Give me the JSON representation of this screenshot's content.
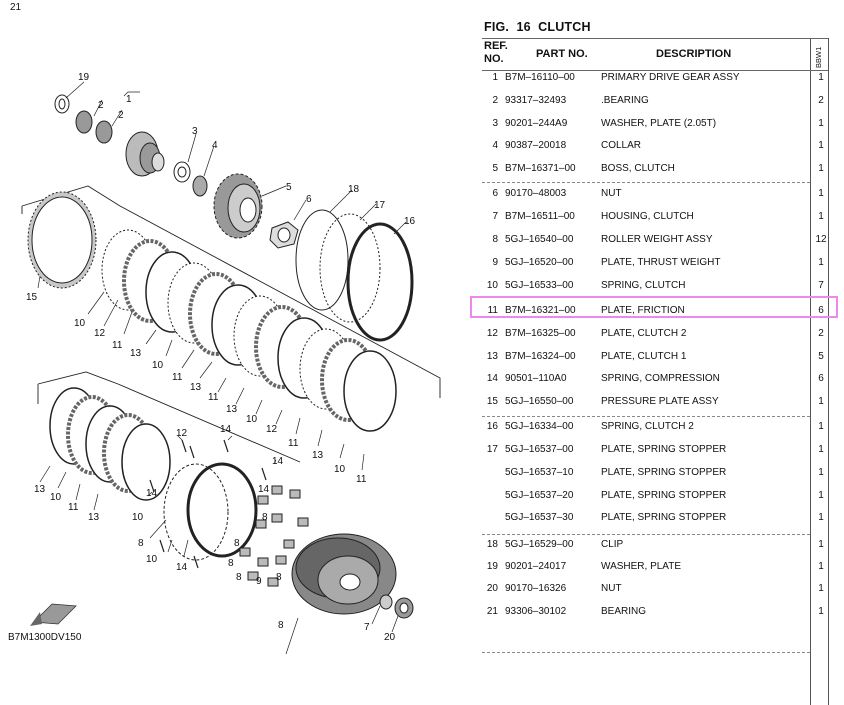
{
  "figure": {
    "prefix": "FIG.",
    "number": "16",
    "name": "CLUTCH"
  },
  "header": {
    "ref_line1": "REF.",
    "ref_line2": "NO.",
    "part_no": "PART NO.",
    "description": "DESCRIPTION",
    "model_code": "BBW1"
  },
  "parts": [
    {
      "ref": "1",
      "part_no": "B7M–16110–00",
      "desc": "PRIMARY DRIVE GEAR ASSY",
      "qty": "1"
    },
    {
      "ref": "2",
      "part_no": "93317–32493",
      "desc": ".BEARING",
      "qty": "2"
    },
    {
      "ref": "3",
      "part_no": "90201–244A9",
      "desc": "WASHER, PLATE (2.05T)",
      "qty": "1"
    },
    {
      "ref": "4",
      "part_no": "90387–20018",
      "desc": "COLLAR",
      "qty": "1"
    },
    {
      "ref": "5",
      "part_no": "B7M–16371–00",
      "desc": "BOSS, CLUTCH",
      "qty": "1"
    },
    {
      "ref": "6",
      "part_no": "90170–48003",
      "desc": "NUT",
      "qty": "1"
    },
    {
      "ref": "7",
      "part_no": "B7M–16511–00",
      "desc": "HOUSING, CLUTCH",
      "qty": "1"
    },
    {
      "ref": "8",
      "part_no": "5GJ–16540–00",
      "desc": "ROLLER WEIGHT ASSY",
      "qty": "12"
    },
    {
      "ref": "9",
      "part_no": "5GJ–16520–00",
      "desc": "PLATE, THRUST WEIGHT",
      "qty": "1"
    },
    {
      "ref": "10",
      "part_no": "5GJ–16533–00",
      "desc": "SPRING, CLUTCH",
      "qty": "7"
    },
    {
      "ref": "11",
      "part_no": "B7M–16321–00",
      "desc": "PLATE, FRICTION",
      "qty": "6"
    },
    {
      "ref": "12",
      "part_no": "B7M–16325–00",
      "desc": "PLATE, CLUTCH 2",
      "qty": "2"
    },
    {
      "ref": "13",
      "part_no": "B7M–16324–00",
      "desc": "PLATE, CLUTCH 1",
      "qty": "5"
    },
    {
      "ref": "14",
      "part_no": "90501–110A0",
      "desc": "SPRING, COMPRESSION",
      "qty": "6"
    },
    {
      "ref": "15",
      "part_no": "5GJ–16550–00",
      "desc": "PRESSURE PLATE ASSY",
      "qty": "1"
    },
    {
      "ref": "16",
      "part_no": "5GJ–16334–00",
      "desc": "SPRING, CLUTCH 2",
      "qty": "1"
    },
    {
      "ref": "17",
      "part_no": "5GJ–16537–00",
      "desc": "PLATE, SPRING STOPPER",
      "qty": "1"
    },
    {
      "ref": "",
      "part_no": "5GJ–16537–10",
      "desc": "PLATE, SPRING STOPPER",
      "qty": "1"
    },
    {
      "ref": "",
      "part_no": "5GJ–16537–20",
      "desc": "PLATE, SPRING STOPPER",
      "qty": "1"
    },
    {
      "ref": "",
      "part_no": "5GJ–16537–30",
      "desc": "PLATE, SPRING STOPPER",
      "qty": "1"
    },
    {
      "ref": "18",
      "part_no": "5GJ–16529–00",
      "desc": "CLIP",
      "qty": "1"
    },
    {
      "ref": "19",
      "part_no": "90201–24017",
      "desc": "WASHER, PLATE",
      "qty": "1"
    },
    {
      "ref": "20",
      "part_no": "90170–16326",
      "desc": "NUT",
      "qty": "1"
    },
    {
      "ref": "21",
      "part_no": "93306–30102",
      "desc": "BEARING",
      "qty": "1"
    }
  ],
  "diagram": {
    "drawing_code": "B7M1300DV150",
    "callouts": [
      "19",
      "2",
      "2",
      "1",
      "3",
      "4",
      "5",
      "6",
      "18",
      "17",
      "16",
      "15",
      "10",
      "12",
      "11",
      "13",
      "10",
      "11",
      "13",
      "11",
      "13",
      "10",
      "12",
      "11",
      "13",
      "10",
      "11",
      "13",
      "10",
      "11",
      "13",
      "10",
      "12",
      "14",
      "14",
      "14",
      "14",
      "8",
      "8",
      "8",
      "8",
      "8",
      "10",
      "14",
      "9",
      "8",
      "8",
      "7",
      "20",
      "21"
    ]
  },
  "highlight_color": "#ee88ee"
}
